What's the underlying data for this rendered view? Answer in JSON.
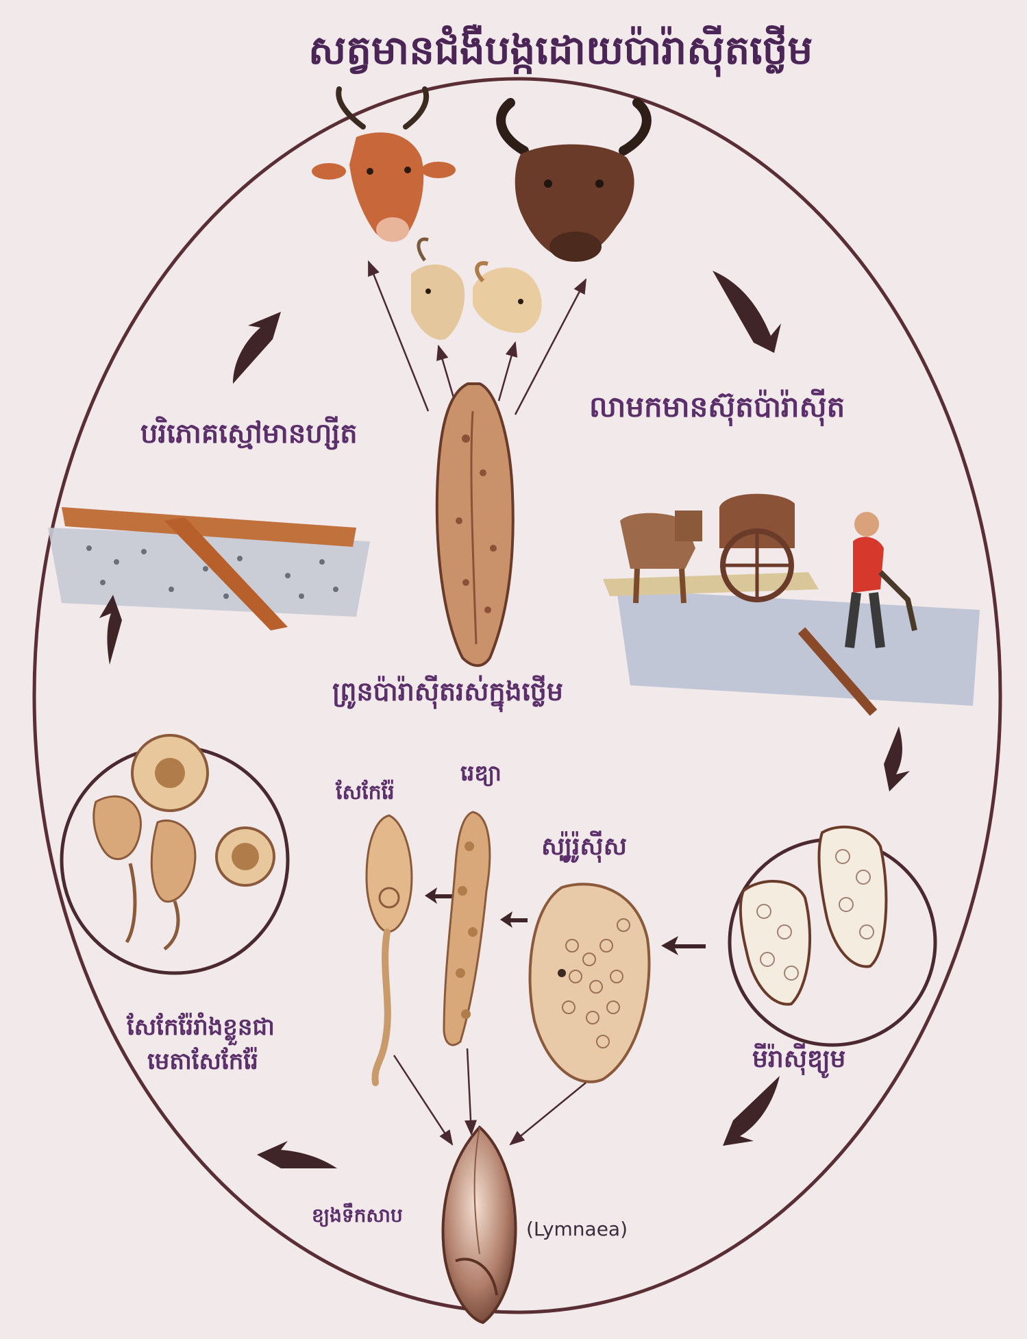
{
  "title": "សត្វមានជំងឺបង្កដោយប៉ារ៉ាស៊ីតថ្លើម",
  "labels": {
    "grazing": "បរិភោគស្មៅមានហ្សីត",
    "eggs_in_feces": "លាមកមានស៊ុតប៉ារ៉ាស៊ីត",
    "adult_fluke": "ព្រូនប៉ារ៉ាស៊ីតរស់ក្នុងថ្លើម",
    "redia": "រេឌ្យា",
    "cercaria": "សែកែរ៉ែ",
    "sporocyst": "ស្ប៉ូរ៉ូស៊ីស",
    "miracidium": "មីរ៉ាស៊ីឌ្យូម",
    "metacercaria_line1": "សែកែរ៉ែរាំងខ្លួនជា",
    "metacercaria_line2": "មេតាសែកែរ៉ែ",
    "snail_host": "ខ្យងទឹកសាប",
    "snail_genus": "(Lymnaea)"
  },
  "colors": {
    "background": "#f1e9ea",
    "cycle_ring": "#5a2e35",
    "label_text": "#5a2f6a",
    "arrow": "#4a2a30",
    "cattle_orange": "#c8683a",
    "buffalo_brown": "#6b3b2a",
    "fluke_tan": "#c9926a"
  },
  "icons": [
    "cow-icon",
    "buffalo-icon",
    "goat-icon",
    "sheep-icon",
    "fluke-icon",
    "ox-cart-icon",
    "farmer-icon",
    "egg-icon",
    "sporocyst-icon",
    "redia-icon",
    "cercaria-icon",
    "snail-icon",
    "metacercaria-icon",
    "grass-icon"
  ]
}
